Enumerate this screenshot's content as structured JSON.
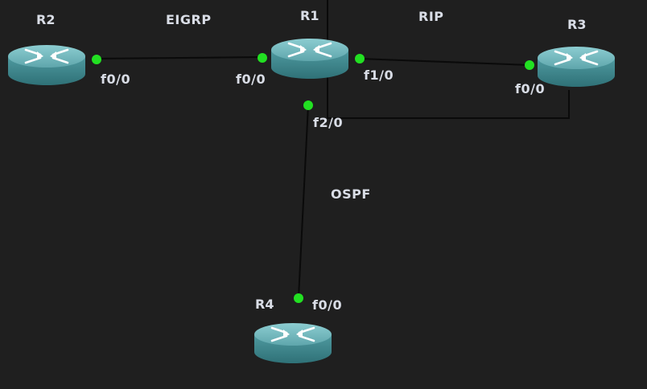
{
  "diagram": {
    "routers": {
      "r1": {
        "name": "R1"
      },
      "r2": {
        "name": "R2"
      },
      "r3": {
        "name": "R3"
      },
      "r4": {
        "name": "R4"
      }
    },
    "protocols": {
      "eigrp": "EIGRP",
      "rip": "RIP",
      "ospf": "OSPF"
    },
    "interfaces": {
      "r2_f0_0": "f0/0",
      "r1_f0_0": "f0/0",
      "r1_f1_0": "f1/0",
      "r1_f2_0": "f2/0",
      "r3_f0_0": "f0/0",
      "r4_f0_0": "f0/0"
    },
    "colors": {
      "background": "#1f1f1f",
      "link": "#0a0a0a",
      "port_up": "#22e022",
      "router_top": "#6fb3b8",
      "router_side": "#3f8a90",
      "label": "#d9dde6"
    }
  }
}
